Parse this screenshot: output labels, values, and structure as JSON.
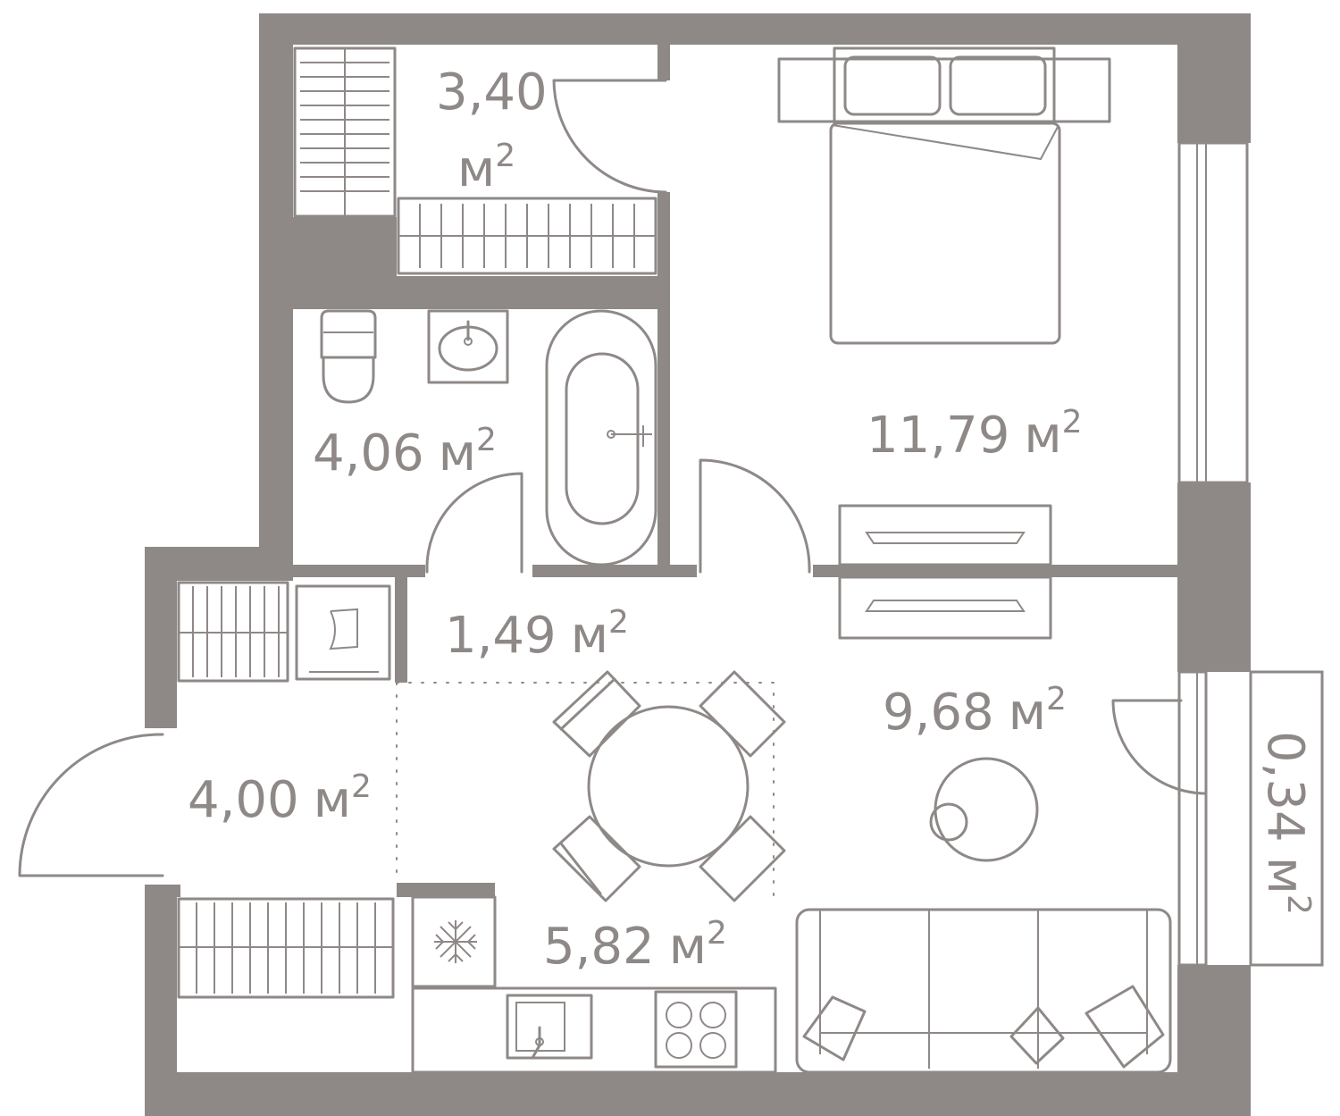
{
  "colors": {
    "wall": "#8e8987",
    "background": "#ffffff"
  },
  "rooms": [
    {
      "id": "storage",
      "value": "3,40",
      "unit": "м",
      "exp": "2"
    },
    {
      "id": "bathroom",
      "value": "4,06",
      "unit": "м",
      "exp": "2"
    },
    {
      "id": "bedroom",
      "value": "11,79",
      "unit": "м",
      "exp": "2"
    },
    {
      "id": "corridor",
      "value": "1,49",
      "unit": "м",
      "exp": "2"
    },
    {
      "id": "living",
      "value": "9,68",
      "unit": "м",
      "exp": "2"
    },
    {
      "id": "hall",
      "value": "4,00",
      "unit": "м",
      "exp": "2"
    },
    {
      "id": "kitchen",
      "value": "5,82",
      "unit": "м",
      "exp": "2"
    },
    {
      "id": "balcony",
      "value": "0,34",
      "unit": "м",
      "exp": "2"
    }
  ],
  "icons": [
    "bed-icon",
    "wardrobe-icon",
    "toilet-icon",
    "sink-icon",
    "bathtub-icon",
    "washing-machine-icon",
    "dining-table-icon",
    "chair-icon",
    "sofa-icon",
    "pillow-icon",
    "fridge-icon",
    "kitchen-sink-icon",
    "stove-icon",
    "dresser-icon",
    "door-icon",
    "window-icon"
  ]
}
